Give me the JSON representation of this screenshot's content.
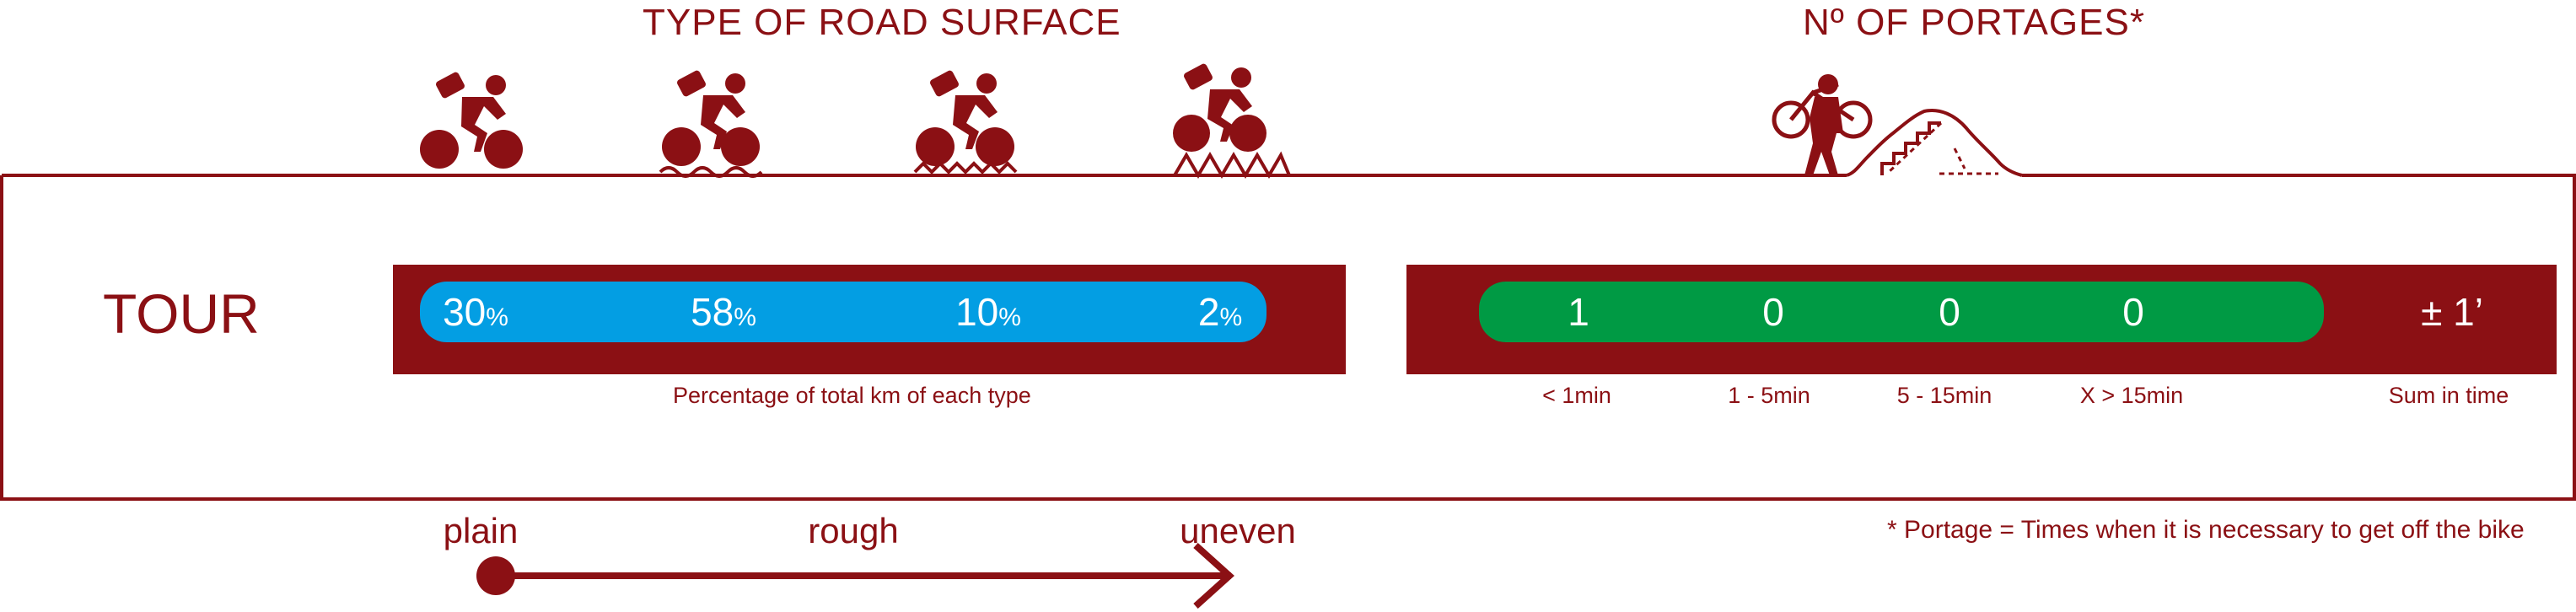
{
  "headings": {
    "road_surface": "TYPE OF ROAD SURFACE",
    "portages": "Nº OF PORTAGES*"
  },
  "row_label": "TOUR",
  "surface": {
    "values": [
      {
        "value": "30",
        "unit": "%"
      },
      {
        "value": "58",
        "unit": "%"
      },
      {
        "value": "10",
        "unit": "%"
      },
      {
        "value": "2",
        "unit": "%"
      }
    ],
    "caption": "Percentage of total km of each type",
    "bar_color": "#039ee3"
  },
  "portages": {
    "counts": [
      "1",
      "0",
      "0",
      "0"
    ],
    "labels": [
      "< 1min",
      "1 - 5min",
      "5 - 15min",
      "X > 15min"
    ],
    "sum_value": "± 1’",
    "sum_label": "Sum in time",
    "bar_color": "#009a44"
  },
  "scale": {
    "labels": [
      "plain",
      "rough",
      "uneven"
    ]
  },
  "footnote": "* Portage = Times when it is necessary to get off the bike",
  "colors": {
    "brand": "#8b1014",
    "surface_bar": "#039ee3",
    "portage_bar": "#009a44"
  },
  "icons": [
    "cyclist-plain-icon",
    "cyclist-rough-icon",
    "cyclist-wavy-icon",
    "cyclist-uneven-icon",
    "portage-icon",
    "stairs-icon"
  ]
}
